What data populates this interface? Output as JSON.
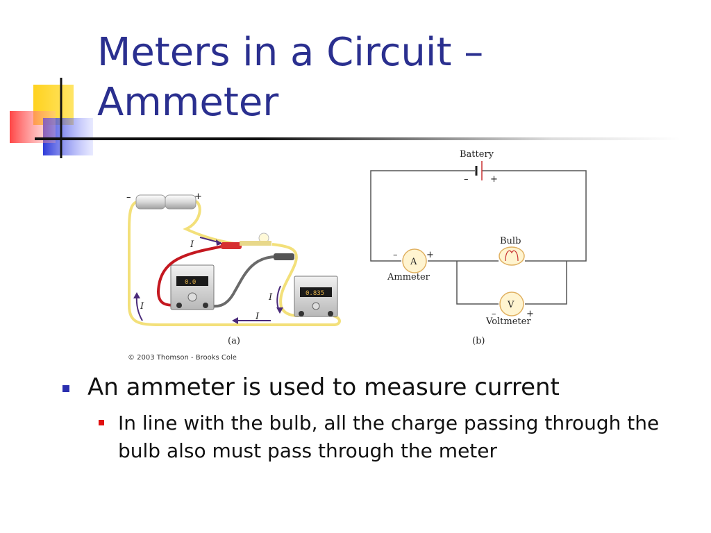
{
  "slide": {
    "title_line1": "Meters in a Circuit –",
    "title_line2": "Ammeter",
    "colors": {
      "title": "#2a2f8f",
      "bullet1": "#2a2faf",
      "bullet2": "#e01010"
    }
  },
  "figure_a": {
    "meter_left_reading": "0.0",
    "meter_right_reading": "0.835",
    "current_label": "I",
    "minus": "–",
    "plus": "+",
    "caption": "(a)",
    "copyright": "© 2003 Thomson - Brooks Cole"
  },
  "figure_b": {
    "battery_label": "Battery",
    "minus": "–",
    "plus": "+",
    "bulb_label": "Bulb",
    "ammeter_symbol": "A",
    "ammeter_label": "Ammeter",
    "voltmeter_symbol": "V",
    "voltmeter_label": "Voltmeter",
    "caption": "(b)"
  },
  "bullets": {
    "main": "An ammeter is used to measure current",
    "sub": "In line with the bulb, all the charge passing through the bulb also must pass through the meter"
  }
}
